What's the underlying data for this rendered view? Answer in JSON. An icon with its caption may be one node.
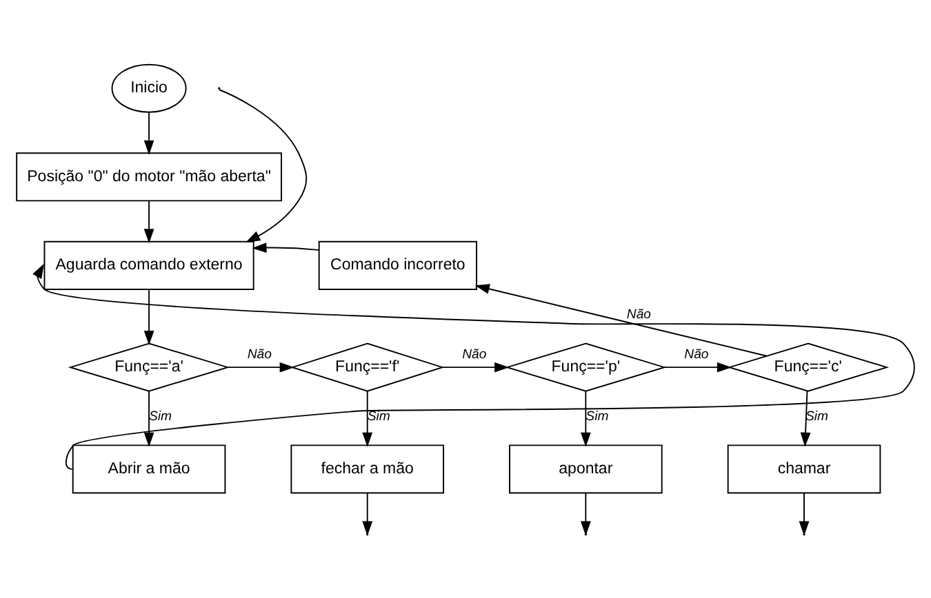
{
  "diagram": {
    "nodes": [
      {
        "text": [
          "Inicio"
        ]
      },
      {
        "text": [
          "Posição \"0\" do motor \"mão aberta\""
        ]
      },
      {
        "text": [
          "Aguarda comando externo"
        ]
      },
      {
        "text": [
          "Comando incorreto"
        ]
      },
      {
        "text": [
          "Funç=='a'"
        ]
      },
      {
        "text": [
          "Funç=='f'"
        ]
      },
      {
        "text": [
          "Funç=='p'"
        ]
      },
      {
        "text": [
          "Funç=='c'"
        ]
      },
      {
        "text": [
          "Abrir a mão"
        ]
      },
      {
        "text": [
          "fechar a mão"
        ]
      },
      {
        "text": [
          "apontar"
        ]
      },
      {
        "text": [
          "chamar"
        ]
      }
    ],
    "edges": [
      {
        "from": 0,
        "to": 1,
        "arrow": "to"
      },
      {
        "from": 1,
        "to": 2,
        "arrow": "to"
      },
      {
        "from": 3,
        "to": 2,
        "arrow": "to"
      },
      {
        "from": 2,
        "to": 4,
        "arrow": "to"
      },
      {
        "from": 4,
        "to": 5,
        "arrow": "to",
        "label": "Não"
      },
      {
        "from": 5,
        "to": 6,
        "arrow": "to",
        "label": "Não"
      },
      {
        "from": 6,
        "to": 7,
        "arrow": "to",
        "label": "Não"
      },
      {
        "from": 7,
        "to": 3,
        "arrow": "to",
        "label": "Não"
      },
      {
        "from": 4,
        "to": 8,
        "arrow": "to",
        "label": "Sim"
      },
      {
        "from": 5,
        "to": 9,
        "arrow": "to",
        "label": "Sim"
      },
      {
        "from": 6,
        "to": 10,
        "arrow": "to",
        "label": "Sim"
      },
      {
        "from": 7,
        "to": 11,
        "arrow": "to",
        "label": "Sim"
      },
      {
        "from": 8,
        "to": 2,
        "arrow": "to"
      },
      {
        "from": null,
        "to": 2,
        "arrow": "to"
      },
      {
        "from": 9,
        "to": null,
        "arrow": "to"
      },
      {
        "from": 10,
        "to": null,
        "arrow": "to"
      },
      {
        "from": 11,
        "to": null,
        "arrow": "to"
      }
    ]
  }
}
